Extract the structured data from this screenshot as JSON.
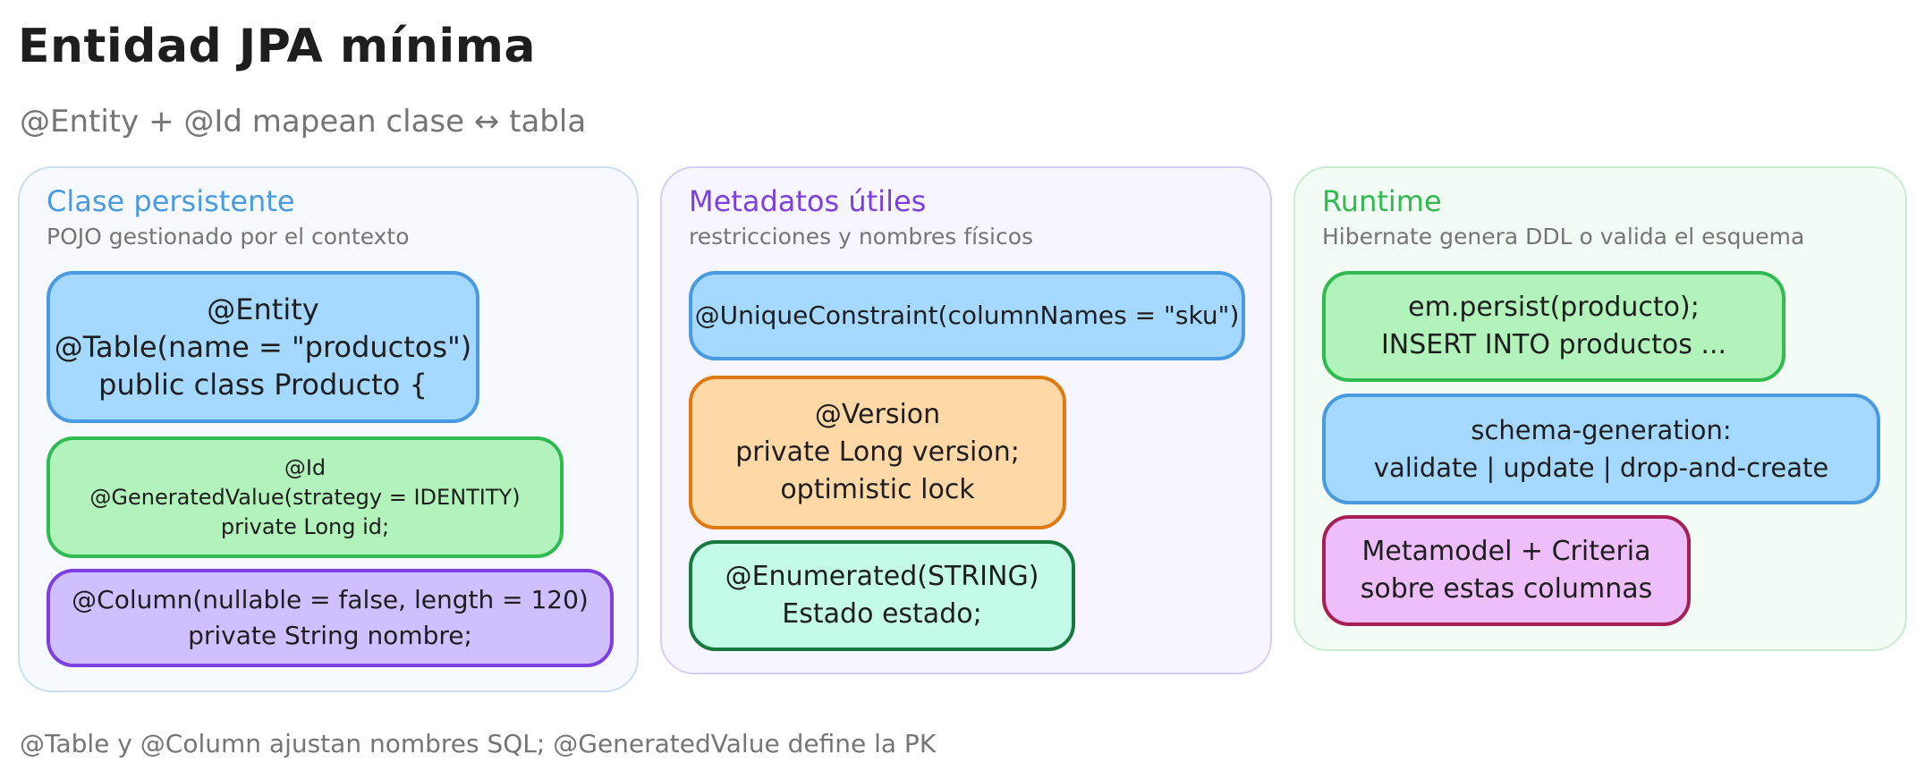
{
  "header": {
    "title": "Entidad JPA mínima",
    "subtitle": "@Entity + @Id mapean clase ↔ tabla"
  },
  "footer": {
    "text": "@Table y @Column ajustan nombres SQL; @GeneratedValue define la PK"
  },
  "colors": {
    "panel_left_title": "#4a9ae2",
    "panel_mid_title": "#7c3fe0",
    "panel_right_title": "#2fbb4f"
  },
  "panels": [
    {
      "title": "Clase persistente",
      "subtitle": "POJO gestionado por el contexto",
      "boxes": [
        {
          "lines": [
            "@Entity",
            "@Table(name = \"productos\")",
            "public class Producto {"
          ]
        },
        {
          "lines": [
            "@Id",
            "@GeneratedValue(strategy = IDENTITY)",
            "private Long id;"
          ]
        },
        {
          "lines": [
            "@Column(nullable = false, length = 120)",
            "private String nombre;"
          ]
        }
      ]
    },
    {
      "title": "Metadatos útiles",
      "subtitle": "restricciones y nombres físicos",
      "boxes": [
        {
          "lines": [
            "@UniqueConstraint(columnNames = \"sku\")"
          ]
        },
        {
          "lines": [
            "@Version",
            "private Long version;",
            "optimistic lock"
          ]
        },
        {
          "lines": [
            "@Enumerated(STRING)",
            "Estado estado;"
          ]
        }
      ]
    },
    {
      "title": "Runtime",
      "subtitle": "Hibernate genera DDL o valida el esquema",
      "boxes": [
        {
          "lines": [
            "em.persist(producto);",
            "INSERT INTO productos ..."
          ]
        },
        {
          "lines": [
            "schema-generation:",
            "validate | update | drop-and-create"
          ]
        },
        {
          "lines": [
            "Metamodel + Criteria",
            "sobre estas columnas"
          ]
        }
      ]
    }
  ]
}
